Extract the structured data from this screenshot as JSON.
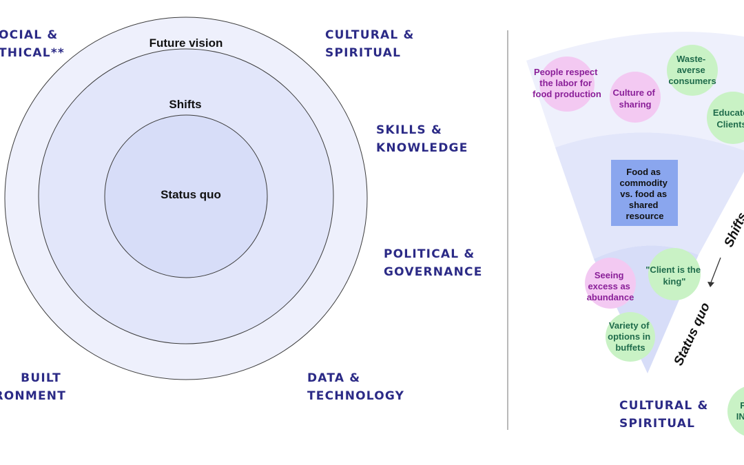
{
  "left_diagram": {
    "rings": {
      "outer": "Future vision",
      "middle": "Shifts",
      "inner": "Status quo"
    },
    "categories": {
      "social_ethical": [
        "OCIAL &",
        "THICAL**"
      ],
      "cultural_spiritual": [
        "CULTURAL &",
        "SPIRITUAL"
      ],
      "skills_knowledge": [
        "SKILLS &",
        "KNOWLEDGE"
      ],
      "political_governance": [
        "POLITICAL &",
        "GOVERNANCE"
      ],
      "built_environment": [
        "BUILT",
        "RONMENT"
      ],
      "data_technology": [
        "DATA &",
        "TECHNOLOGY"
      ]
    }
  },
  "right_diagram": {
    "future_bubbles": [
      {
        "lines": [
          "People respect",
          "the labor for",
          "food production"
        ],
        "kind": "pink"
      },
      {
        "lines": [
          "Culture of",
          "sharing"
        ],
        "kind": "pink"
      },
      {
        "lines": [
          "Waste-",
          "averse",
          "consumers"
        ],
        "kind": "green"
      },
      {
        "lines": [
          "Educate",
          "Clients"
        ],
        "kind": "green"
      }
    ],
    "shift_box": [
      "Food as",
      "commodity",
      "vs. food as",
      "shared",
      "resource"
    ],
    "status_bubbles": [
      {
        "lines": [
          "Seeing",
          "excess as",
          "abundance"
        ],
        "kind": "pink"
      },
      {
        "lines": [
          "\"Client is the",
          "king\""
        ],
        "kind": "green"
      },
      {
        "lines": [
          "Variety of",
          "options in",
          "buffets"
        ],
        "kind": "green"
      }
    ],
    "axis_labels": {
      "shifts": "Shifts",
      "status_quo": "Status quo"
    },
    "bottom_category": [
      "CULTURAL &",
      "SPIRITUAL"
    ],
    "corner_bubble": [
      "F",
      "IND"
    ]
  },
  "colors": {
    "category_text": "#2b2a86",
    "outer_ring": "#eef0fc",
    "middle_ring": "#e2e6fa",
    "inner_ring": "#d7ddf8",
    "ring_stroke": "#3a3a3a",
    "pink_fill": "#f3c9f2",
    "pink_text": "#8a1f98",
    "green_fill": "#c9f2c5",
    "green_text": "#1f6b4b",
    "shift_box": "#8aa6ee",
    "divider": "#888888"
  }
}
